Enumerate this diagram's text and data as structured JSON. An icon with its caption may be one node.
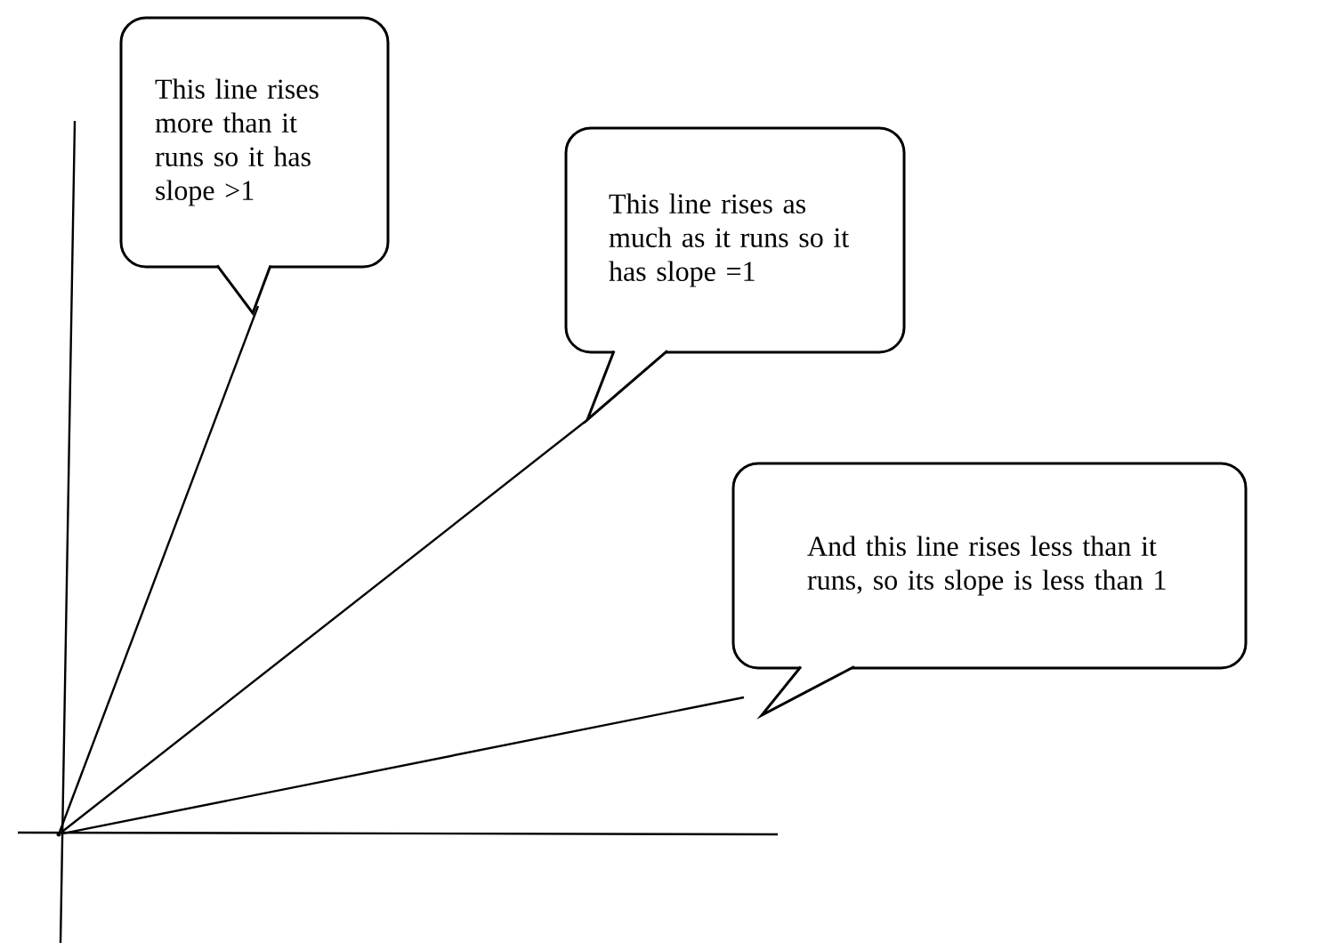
{
  "diagram": {
    "nodes": [
      {
        "text": [
          "This line rises more than it runs so it has slope >1"
        ]
      },
      {
        "text": [
          "This line rises as much as it runs so it has slope =1"
        ]
      },
      {
        "text": [
          "And this line rises less than it runs, so its slope is less than 1"
        ]
      },
      {
        "text": [],
        "shape": "point"
      }
    ],
    "edges": [
      {
        "from": 3,
        "to": 0,
        "arrow": "none"
      },
      {
        "from": 3,
        "to": 1,
        "arrow": "none"
      },
      {
        "from": 3,
        "to": 2,
        "arrow": "none"
      }
    ]
  }
}
